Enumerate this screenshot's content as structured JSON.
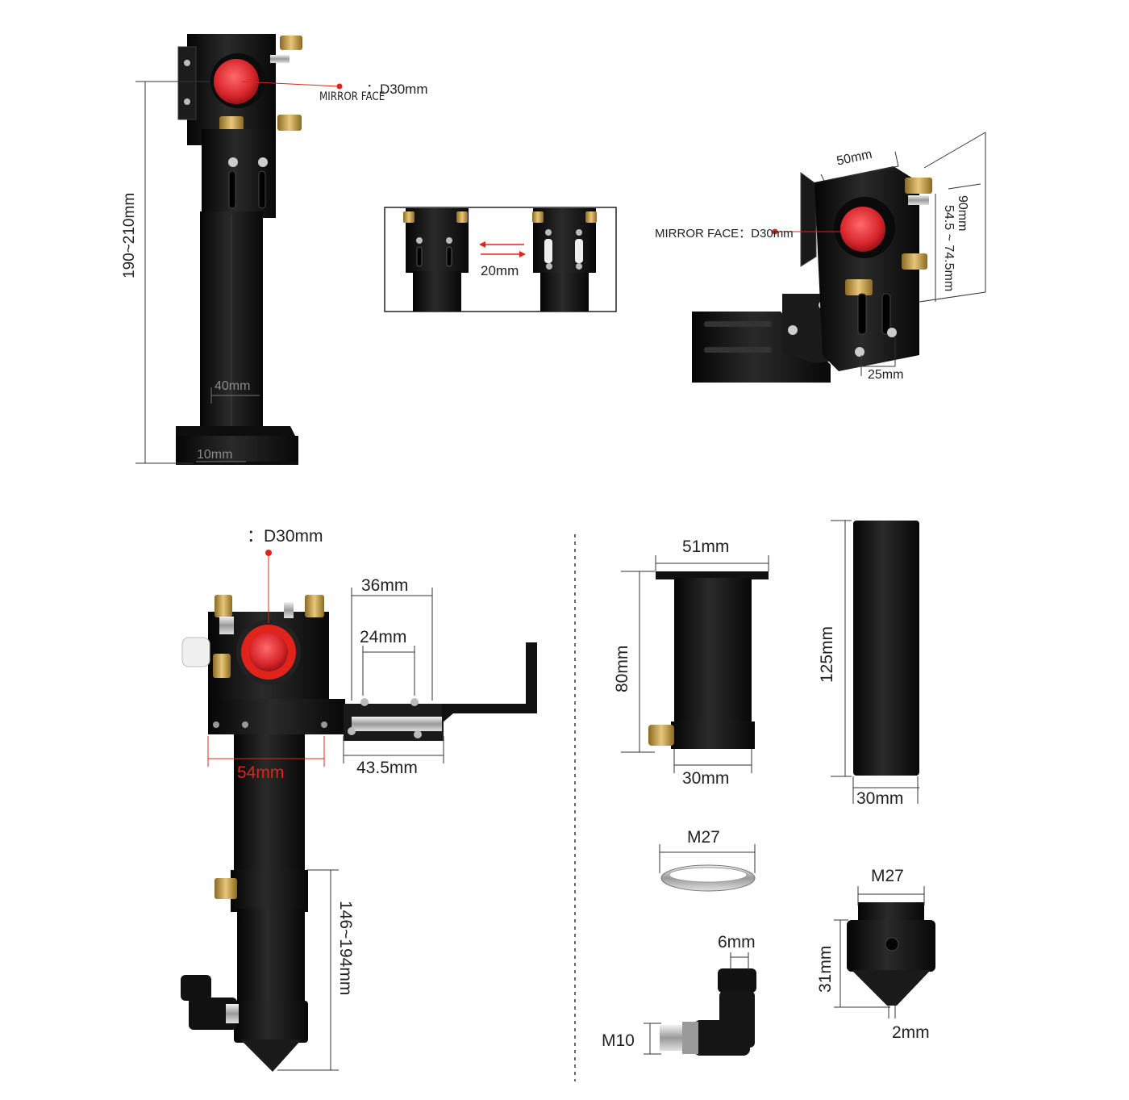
{
  "colors": {
    "metal": "#141414",
    "metal_edge": "#2c2c2c",
    "brass": "#c9a24a",
    "brass_dark": "#8a6a22",
    "lens_red": "#d8262c",
    "dim_line": "#333333",
    "accent_red": "#e0241b"
  },
  "top_left": {
    "height_label": "190~210mm",
    "mirror_face_label": "MIRROR FACE",
    "diameter_label": "：D30mm",
    "width_label": "40mm",
    "base_label": "10mm"
  },
  "inset": {
    "travel_label": "20mm"
  },
  "top_right": {
    "width_label": "50mm",
    "height_label": "90mm",
    "range_label": "54.5 ~ 74.5mm",
    "mirror_face_label": "MIRROR FACE：D30mm",
    "base_label": "25mm"
  },
  "bottom_left": {
    "diameter_label": "：D30mm",
    "bracket_width_label": "36mm",
    "slot_label": "24mm",
    "plate_width_label": "54mm",
    "bracket_length_label": "43.5mm",
    "height_label": "146~194mm"
  },
  "bottom_right": {
    "holder_top_label": "51mm",
    "holder_height_label": "80mm",
    "holder_bottom_label": "30mm",
    "tube_height_label": "125mm",
    "tube_width_label": "30mm",
    "ring_label": "M27",
    "fitting_tube_label": "6mm",
    "fitting_thread_label": "M10",
    "nozzle_thread_label": "M27",
    "nozzle_height_label": "31mm",
    "nozzle_tip_label": "2mm"
  }
}
